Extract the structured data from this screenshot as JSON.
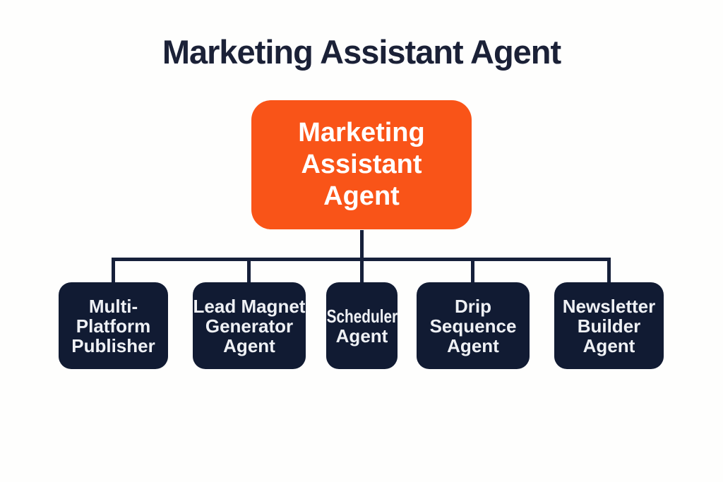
{
  "title": "Marketing Assistant Agent",
  "root_node": {
    "name": "marketing-assistant-agent",
    "lines": [
      "Marketing",
      "Assistant",
      "Agent"
    ]
  },
  "children": [
    {
      "name": "multi-platform-publisher",
      "lines": [
        "Multi-",
        "Platform",
        "Publisher"
      ]
    },
    {
      "name": "lead-magnet-generator-agent",
      "lines": [
        "Lead Magnet",
        "Generator",
        "Agent"
      ]
    },
    {
      "name": "scheduler-agent",
      "lines": [
        "Scheduler",
        "Agent"
      ]
    },
    {
      "name": "drip-sequence-agent",
      "lines": [
        "Drip",
        "Sequence",
        "Agent"
      ]
    },
    {
      "name": "newsletter-builder-agent",
      "lines": [
        "Newsletter",
        "Builder",
        "Agent"
      ]
    }
  ],
  "colors": {
    "background": "#fefefd",
    "title_text": "#1b2137",
    "root_box": "#f95418",
    "root_text": "#ffffff",
    "child_box": "#111b33",
    "child_text": "#eff1f5",
    "connector_line": "#16203a"
  }
}
